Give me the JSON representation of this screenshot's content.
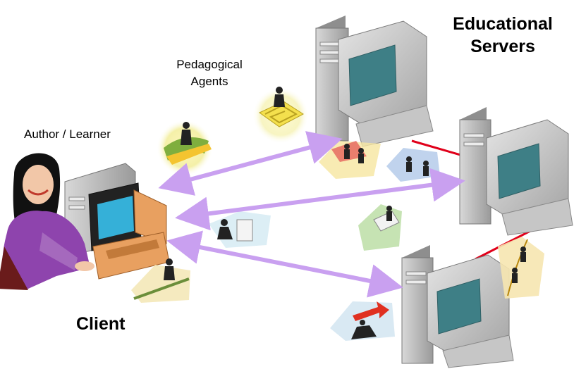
{
  "labels": {
    "pedagogical_line1": "Pedagogical",
    "pedagogical_line2": "Agents",
    "author_learner": "Author / Learner",
    "servers_line1": "Educational",
    "servers_line2": "Servers",
    "client": "Client"
  },
  "colors": {
    "arrow": "#c9a0f0",
    "link": "#e0001a",
    "monitor_body": "#b8b8b8",
    "screen": "#3e7f86",
    "client_screen": "#35b0d8",
    "client_desk": "#e8a060"
  },
  "icons": [
    "businessman-clipart-icon",
    "computer-server-icon",
    "client-workstation-icon"
  ]
}
